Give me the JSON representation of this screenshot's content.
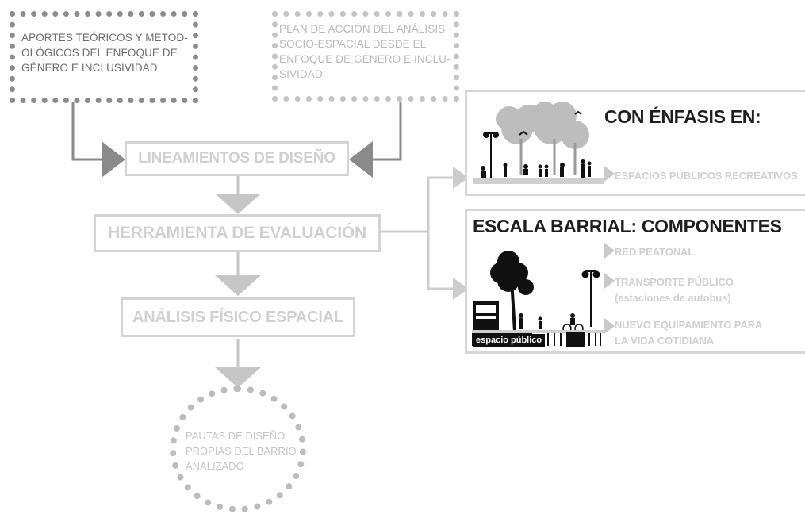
{
  "sources": {
    "theory": "APORTES TEÓRICOS Y METOD-\nOLÓGICOS DEL ENFOQUE DE\nGÉNERO E INCLUSIVIDAD",
    "plan": "PLAN DE ACCIÓN DEL ANÁLISIS\nSOCIO-ESPACIAL DESDE EL\nENFOQUE DE GÉNERO E INCLU-\nSIVIDAD"
  },
  "flow": {
    "lineamientos": "LINEAMIENTOS DE DISEÑO",
    "herramienta": "HERRAMIENTA DE EVALUACIÓN",
    "analisis": "ANÁLISIS FÍSICO ESPACIAL",
    "pautas": "PAUTAS DE DISEÑO:\nPROPIAS DEL BARRIO\nANALIZADO"
  },
  "emphasis": {
    "title": "CON ÉNFASIS EN:",
    "items": [
      "ESPACIOS PÚBLICOS RECREATIVOS"
    ]
  },
  "scale": {
    "title": "ESCALA BARRIAL: COMPONENTES",
    "items": [
      "RED PEATONAL",
      "TRANSPORTE PÚBLICO\n(estaciones de autobus)",
      "NUEVO EQUIPAMIENTO PARA\nLA VIDA COTIDIANA"
    ],
    "tag": "espacio público"
  },
  "colors": {
    "box_dark": "#8c8c8c",
    "box_light": "#c4c4c4",
    "flow_text": "#d0d0d0",
    "heading": "#1e1e1e"
  }
}
